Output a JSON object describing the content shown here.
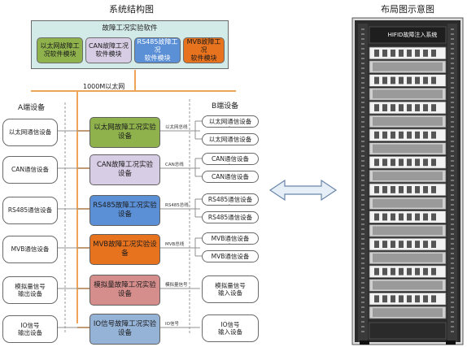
{
  "titles": {
    "left": "系统结构图",
    "right": "布局图示意图"
  },
  "software": {
    "title": "故障工况实验软件",
    "modules": [
      {
        "label": "以太网故障工\n况软件模块",
        "color": "#8fb24d"
      },
      {
        "label": "CAN故障工况\n软件模块",
        "color": "#d7cde4"
      },
      {
        "label": "RS485故障工况\n软件模块",
        "color": "#5b90d6"
      },
      {
        "label": "MVB故障工况\n软件模块",
        "color": "#e8731e"
      }
    ]
  },
  "network_label": "1000M以太网",
  "side_a": "A端设备",
  "side_b": "B端设备",
  "rows": [
    {
      "a": "以太网通信设备",
      "mid": "以太网故障工况实验\n设备",
      "color": "#8fb24d",
      "link": "以太网总线",
      "b": [
        "以太网通信设备",
        "以太网通信设备"
      ]
    },
    {
      "a": "CAN通信设备",
      "mid": "CAN故障工况实验\n设备",
      "color": "#d7cde4",
      "link": "CAN总线",
      "b": [
        "CAN通信设备",
        "CAN通信设备"
      ]
    },
    {
      "a": "RS485通信设备",
      "mid": "RS485故障工况实验\n设备",
      "color": "#5b90d6",
      "link": "RS485总线",
      "b": [
        "RS485通信设备",
        "RS485通信设备"
      ]
    },
    {
      "a": "MVB通信设备",
      "mid": "MVB故障工况实验设\n备",
      "color": "#e8731e",
      "link": "MVB总线",
      "b": [
        "MVB通信设备",
        "MVB通信设备"
      ]
    },
    {
      "a": "模拟量信号\n输出设备",
      "mid": "模拟量故障工况实验\n设备",
      "color": "#d58e8c",
      "link": "模拟量信号",
      "b": [
        "模拟量信号\n输入设备"
      ]
    },
    {
      "a": "IO信号\n输出设备",
      "mid": "IO信号故障工况实验\n设备",
      "color": "#95b3d7",
      "link": "IO信号",
      "b": [
        "IO信号\n输入设备"
      ]
    }
  ],
  "rack": {
    "label": "HIFID故障注入系统",
    "units": 20,
    "frame_color": "#2b2b2b",
    "unit_color": "#bdbdbd"
  },
  "colors": {
    "line": "#f0a45a",
    "a_link": "#909090",
    "arrow_fill": "#e6eef8",
    "arrow_stroke": "#6a86a8"
  }
}
